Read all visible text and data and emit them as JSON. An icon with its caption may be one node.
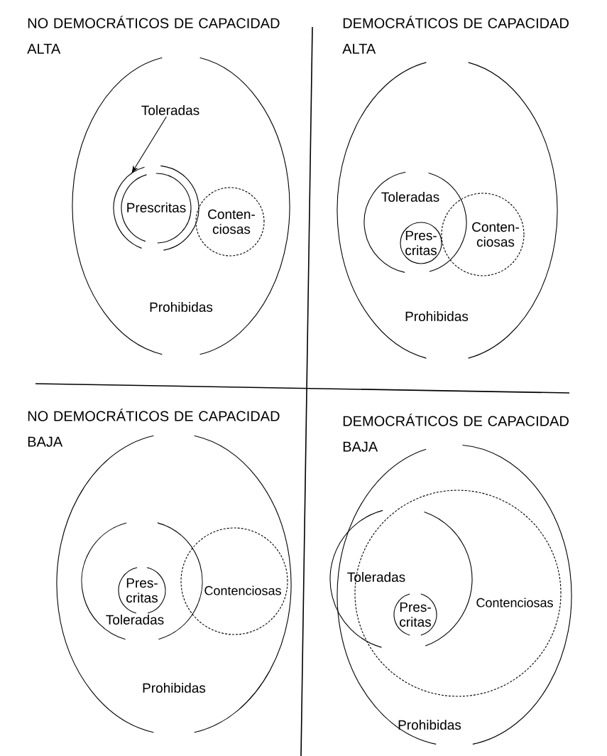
{
  "diagram": {
    "nodes": [
      {
        "text": [
          "Prohibidas"
        ]
      },
      {
        "text": [
          "Toleradas"
        ],
        "in": 0
      },
      {
        "text": [],
        "shape": "circle",
        "in": 0
      },
      {
        "text": [
          "Prescritas"
        ],
        "in": 2
      },
      {
        "text": [
          "Conten- ciosas"
        ],
        "in": 0
      },
      {
        "text": [
          "Prohibidas"
        ]
      },
      {
        "text": [
          "Toleradas"
        ],
        "in": 5
      },
      {
        "text": [
          "Pres- critas"
        ],
        "in": 6
      },
      {
        "text": [
          "Conten- ciosas"
        ],
        "in": 5
      },
      {
        "text": [
          "Prohibidas"
        ]
      },
      {
        "text": [
          "Toleradas"
        ],
        "in": 9
      },
      {
        "text": [
          "Pres- critas"
        ],
        "in": 10
      },
      {
        "text": [
          "Contenciosas"
        ],
        "in": 9
      },
      {
        "text": [
          "Prohibidas"
        ]
      },
      {
        "text": [
          "Toleradas"
        ],
        "in": 13
      },
      {
        "text": [
          "Pres- critas"
        ],
        "in": 14
      },
      {
        "text": [
          "Contenciosas"
        ],
        "in": 13
      }
    ],
    "edges": [
      {
        "from": 1,
        "to": 2,
        "arrow": "to"
      }
    ],
    "labels": [
      "NO DEMOCRÁTICOS DE CAPACIDAD ALTA",
      "DEMOCRÁTICOS DE CAPACIDAD ALTA",
      "NO DEMOCRÁTICOS DE CAPACIDAD BAJA",
      "DEMOCRÁTICOS DE CAPACIDAD BAJA"
    ]
  }
}
